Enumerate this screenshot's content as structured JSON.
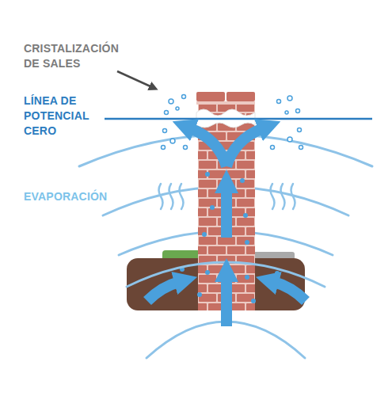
{
  "diagram": {
    "labels": [
      "CRISTALIZACIÓN DE SALES",
      "LÍNEA DE POTENCIAL CERO",
      "EVAPORACIÓN"
    ]
  }
}
